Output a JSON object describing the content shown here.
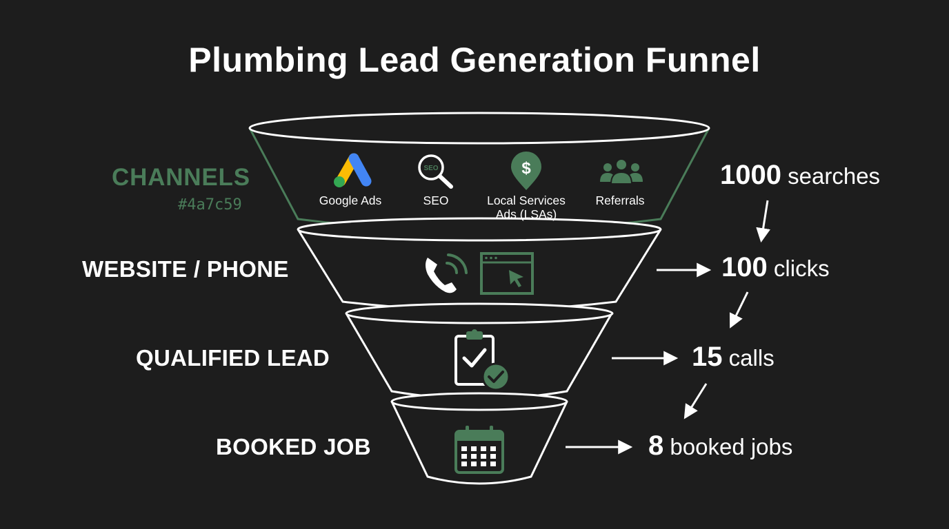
{
  "title": "Plumbing Lead Generation Funnel",
  "accent_color": "#4a7c59",
  "background_color": "#1d1d1d",
  "stages": [
    {
      "label": "CHANNELS",
      "note": "#4a7c59",
      "channels": [
        {
          "label": "Google Ads",
          "icon": "google-ads-icon"
        },
        {
          "label": "SEO",
          "icon": "seo-magnifier-icon"
        },
        {
          "label_line1": "Local Services",
          "label_line2": "Ads (LSAs)",
          "icon": "dollar-map-pin-icon"
        },
        {
          "label": "Referrals",
          "icon": "people-group-icon"
        }
      ]
    },
    {
      "label": "WEBSITE / PHONE",
      "icons": [
        "phone-call-icon",
        "browser-cursor-icon"
      ]
    },
    {
      "label": "QUALIFIED LEAD",
      "icons": [
        "clipboard-check-icon"
      ]
    },
    {
      "label": "BOOKED JOB",
      "icons": [
        "calendar-icon"
      ]
    }
  ],
  "metrics": [
    {
      "value": "1000",
      "unit": "searches"
    },
    {
      "value": "100",
      "unit": "clicks"
    },
    {
      "value": "15",
      "unit": "calls"
    },
    {
      "value": "8",
      "unit": "booked jobs"
    }
  ]
}
